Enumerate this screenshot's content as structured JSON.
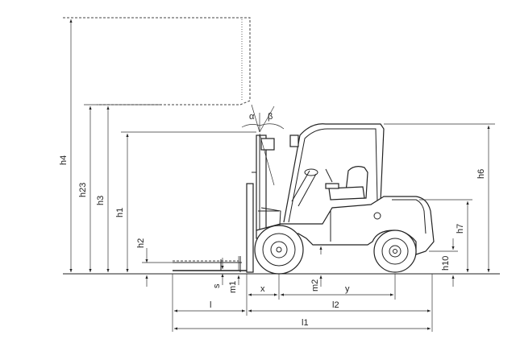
{
  "dimensions": {
    "h4": "h4",
    "h23": "h23",
    "h3": "h3",
    "h1": "h1",
    "h2": "h2",
    "h6": "h6",
    "h7": "h7",
    "h10": "h10",
    "alpha": "α",
    "beta": "β",
    "s": "s",
    "m1": "m1",
    "m2": "m2",
    "x": "x",
    "y": "y",
    "l": "l",
    "l2": "l2",
    "l1": "l1"
  }
}
